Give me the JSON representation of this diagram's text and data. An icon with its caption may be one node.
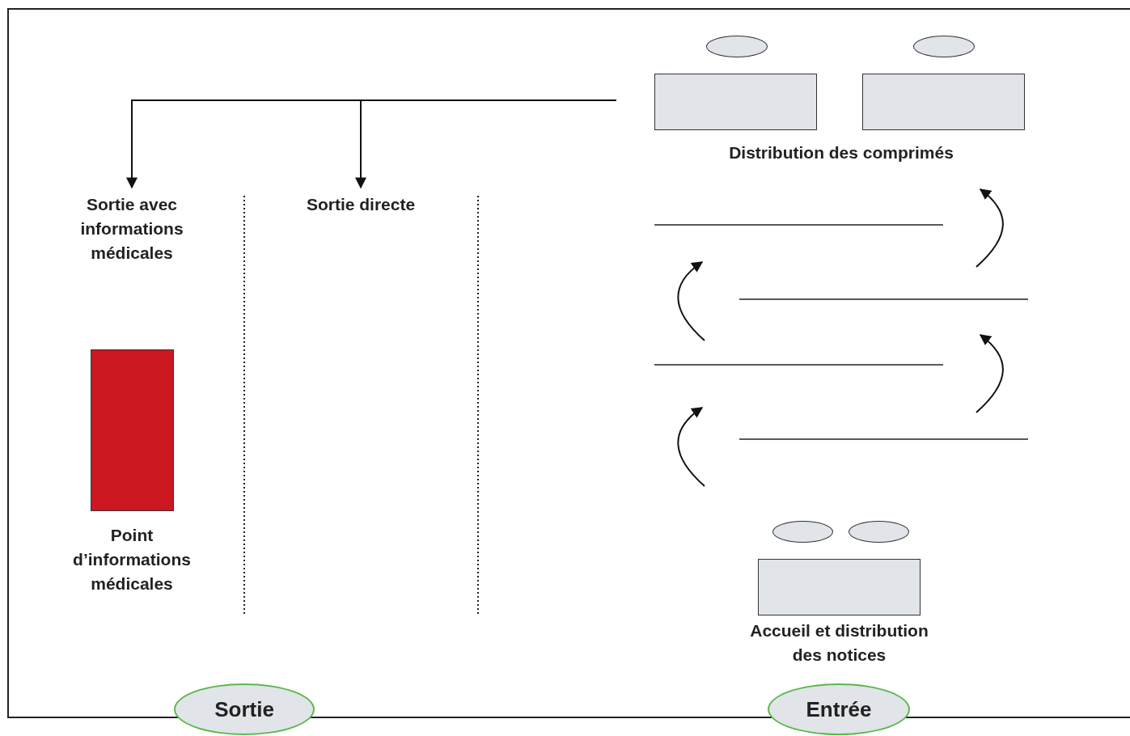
{
  "diagram": {
    "nodes": [
      {
        "text": [],
        "shape": "circle"
      },
      {
        "text": [],
        "shape": "circle"
      },
      {
        "text": [],
        "shape": "box"
      },
      {
        "text": [],
        "shape": "box"
      },
      {
        "text": [
          "Sortie avec informations médicales"
        ]
      },
      {
        "text": [
          "Sortie directe"
        ]
      },
      {
        "text": [
          "Point d’informations médicales"
        ]
      },
      {
        "text": [],
        "shape": "circle"
      },
      {
        "text": [],
        "shape": "circle"
      },
      {
        "text": [
          "Accueil et distribution des notices"
        ]
      },
      {
        "text": [
          "Sortie"
        ]
      },
      {
        "text": [
          "Entrée"
        ]
      }
    ],
    "edges": [
      {
        "from": null,
        "to": 4,
        "arrow": "to"
      },
      {
        "from": null,
        "to": 5,
        "arrow": "to"
      }
    ],
    "labels": [
      "Distribution des comprimés"
    ]
  }
}
